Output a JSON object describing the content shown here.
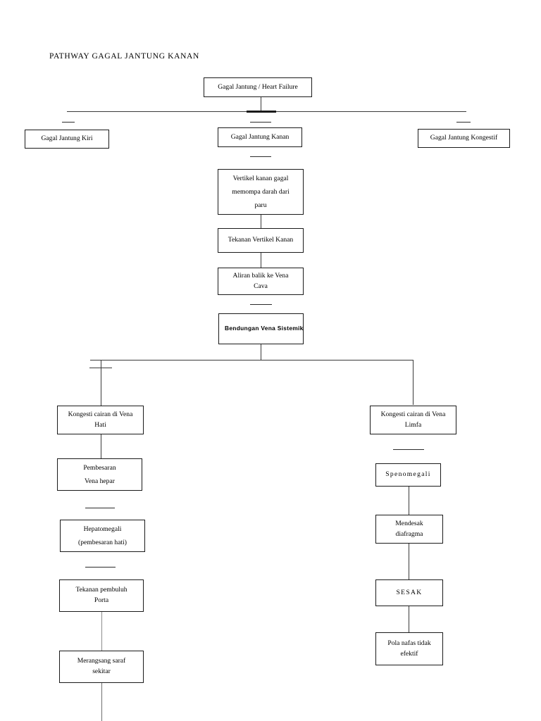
{
  "document": {
    "title": "PATHWAY GAGAL JANTUNG KANAN",
    "type": "flowchart",
    "orientation": "top-down"
  },
  "nodes": {
    "root": {
      "line1": "Gagal Jantung / Heart Failure"
    },
    "branch_left": {
      "line1": "Gagal Jantung Kiri"
    },
    "branch_center": {
      "line1": "Gagal Jantung Kanan"
    },
    "branch_right": {
      "line1": "Gagal Jantung Kongestif"
    },
    "ventricle_fail": {
      "line1": "Vertikel kanan gagal",
      "line2": "memompa darah dari",
      "line3": "paru"
    },
    "pressure": {
      "line1": "Tekanan Vertikel Kanan"
    },
    "backflow": {
      "line1": "Aliran balik ke Vena",
      "line2": "Cava"
    },
    "systemic_congestion": {
      "line1": "Bendungan Vena Sistemik"
    },
    "liver_congestion": {
      "line1": "Kongesti cairan di Vena",
      "line2": "Hati"
    },
    "lymph_congestion": {
      "line1": "Kongesti cairan di Vena",
      "line2": "Limfa"
    },
    "hepatic_vein": {
      "line1": "Pembesaran",
      "line2": "Vena hepar"
    },
    "hepatomegaly": {
      "line1": "Hepatomegali",
      "line2": "(pembesaran hati)"
    },
    "portal_pressure": {
      "line1": "Tekanan pembuluh",
      "line2": "Porta"
    },
    "nerve_stimulation": {
      "line1": "Merangsang saraf",
      "line2": "sekitar"
    },
    "splenomegaly": {
      "line1": "Spenomegali"
    },
    "diaphragm_press": {
      "line1": "Mendesak",
      "line2": "diafragma"
    },
    "dyspnea": {
      "line1": "SESAK"
    },
    "breathing_pattern": {
      "line1": "Pola nafas tidak",
      "line2": "efektif"
    }
  },
  "style": {
    "border_color": "#1a1a1a",
    "connector_color": "#3a3a3a",
    "background": "#ffffff",
    "text_color": "#000000"
  }
}
